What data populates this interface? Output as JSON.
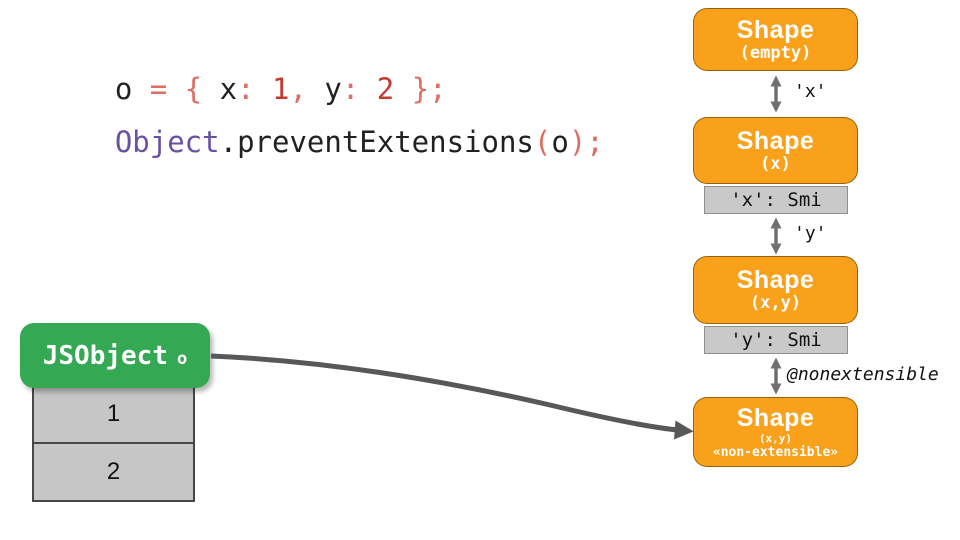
{
  "code": {
    "line1": {
      "t0": "o",
      "t1": " = ",
      "t2": "{ ",
      "t3": "x",
      "t4": ": ",
      "t5": "1",
      "t6": ", ",
      "t7": "y",
      "t8": ": ",
      "t9": "2",
      "t10": " };"
    },
    "line2": {
      "t0": "Object",
      "t1": ".",
      "t2": "preventExtensions",
      "t3": "(",
      "t4": "o",
      "t5": ")",
      "t6": ";"
    }
  },
  "shapes": {
    "s1": {
      "title": "Shape",
      "subtitle": "(empty)"
    },
    "s2": {
      "title": "Shape",
      "subtitle": "(x)",
      "property": "'x': Smi"
    },
    "s3": {
      "title": "Shape",
      "subtitle": "(x,y)",
      "property": "'y': Smi"
    },
    "s4": {
      "title": "Shape",
      "subtitle": "(x,y)",
      "badge": "«non-extensible»"
    }
  },
  "transitions": {
    "t1": "'x'",
    "t2": "'y'",
    "t3": "@nonextensible"
  },
  "jsobject": {
    "title": "JSObject",
    "varname": "o",
    "slot1": "1",
    "slot2": "2"
  },
  "colors": {
    "orange": "#F9A11B",
    "green": "#34A853",
    "slot_gray": "#C6C6C6",
    "prop_gray": "#C9C9C9",
    "arrow_gray": "#707070",
    "curve_gray": "#58585A",
    "salmon": "#DC6E63",
    "number_red": "#C23B2E",
    "purple": "#6A52A3",
    "ink": "#212121"
  }
}
